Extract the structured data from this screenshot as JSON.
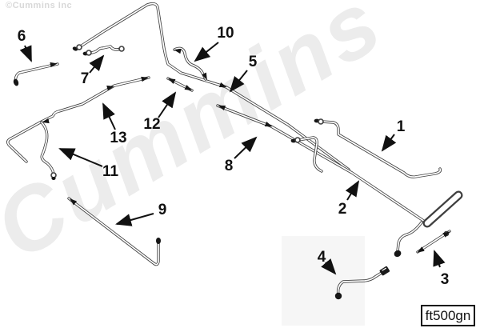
{
  "watermark": {
    "copyright": "©Cummins Inc",
    "brand": "Cummins"
  },
  "figure": {
    "code": "ft500gn"
  },
  "callouts": [
    {
      "label": "1"
    },
    {
      "label": "2"
    },
    {
      "label": "3"
    },
    {
      "label": "4"
    },
    {
      "label": "5"
    },
    {
      "label": "6"
    },
    {
      "label": "7"
    },
    {
      "label": "8"
    },
    {
      "label": "9"
    },
    {
      "label": "10"
    },
    {
      "label": "11"
    },
    {
      "label": "12"
    },
    {
      "label": "13"
    }
  ],
  "colors": {
    "background": "#ffffff",
    "line_art": "#3f3f3f",
    "labels": "#111111",
    "watermark": "#ececec"
  }
}
